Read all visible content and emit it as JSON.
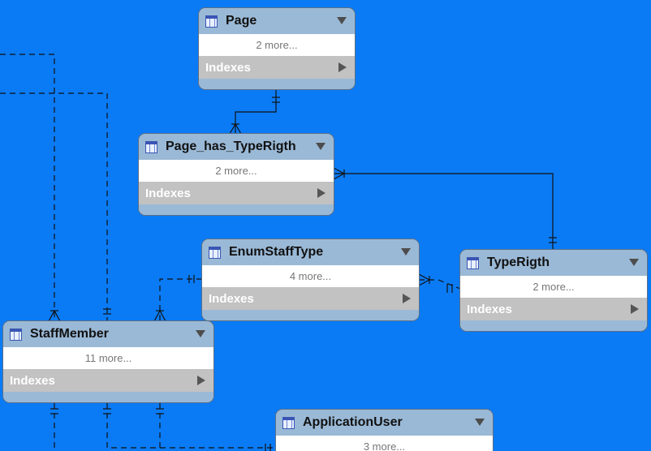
{
  "diagram": {
    "tables": [
      {
        "id": "page",
        "name": "Page",
        "more": "2 more...",
        "indexes": "Indexes"
      },
      {
        "id": "page_has_typerigth",
        "name": "Page_has_TypeRigth",
        "more": "2 more...",
        "indexes": "Indexes"
      },
      {
        "id": "enumstafftype",
        "name": "EnumStaffType",
        "more": "4 more...",
        "indexes": "Indexes"
      },
      {
        "id": "typerigth",
        "name": "TypeRigth",
        "more": "2 more...",
        "indexes": "Indexes"
      },
      {
        "id": "staffmember",
        "name": "StaffMember",
        "more": "11 more...",
        "indexes": "Indexes"
      },
      {
        "id": "applicationuser",
        "name": "ApplicationUser",
        "more": "3 more...",
        "indexes": ""
      }
    ],
    "colors": {
      "background": "#0a7bf5",
      "header": "#9ab9d6",
      "indexes_bar": "#c2c2c2",
      "line": "#111111"
    }
  }
}
